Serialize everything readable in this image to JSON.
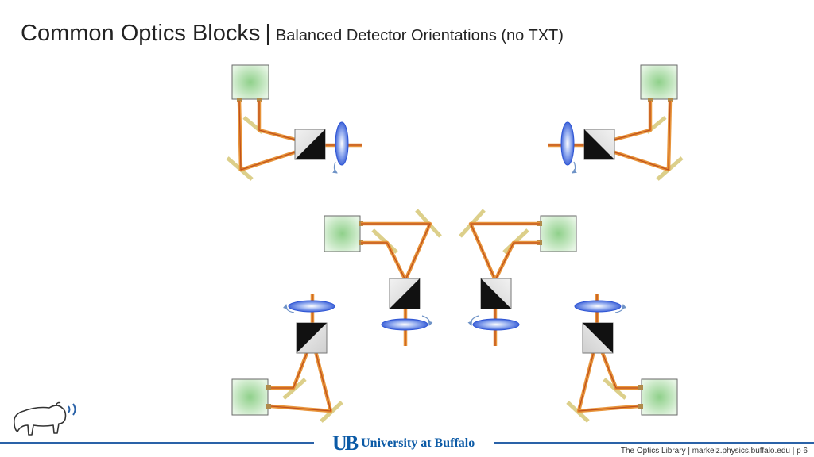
{
  "title": {
    "main": "Common Optics Blocks",
    "separator": "|",
    "subtitle": "Balanced Detector Orientations (no TXT)"
  },
  "footer": {
    "logo_mark": "UB",
    "logo_text": "University at Buffalo",
    "credit": "The Optics Library | markelz.physics.buffalo.edu | p 6"
  },
  "colors": {
    "beam_outer": "#e8943a",
    "beam_inner": "#c0521d",
    "mirror": "#dccf8a",
    "detector_fill": "#b9e3b6",
    "waveplate": "#3a63d8",
    "accent": "#2a62a8"
  },
  "icons": [
    "bison-logo-icon",
    "ub-logo-icon",
    "rotation-arrow-icon"
  ]
}
